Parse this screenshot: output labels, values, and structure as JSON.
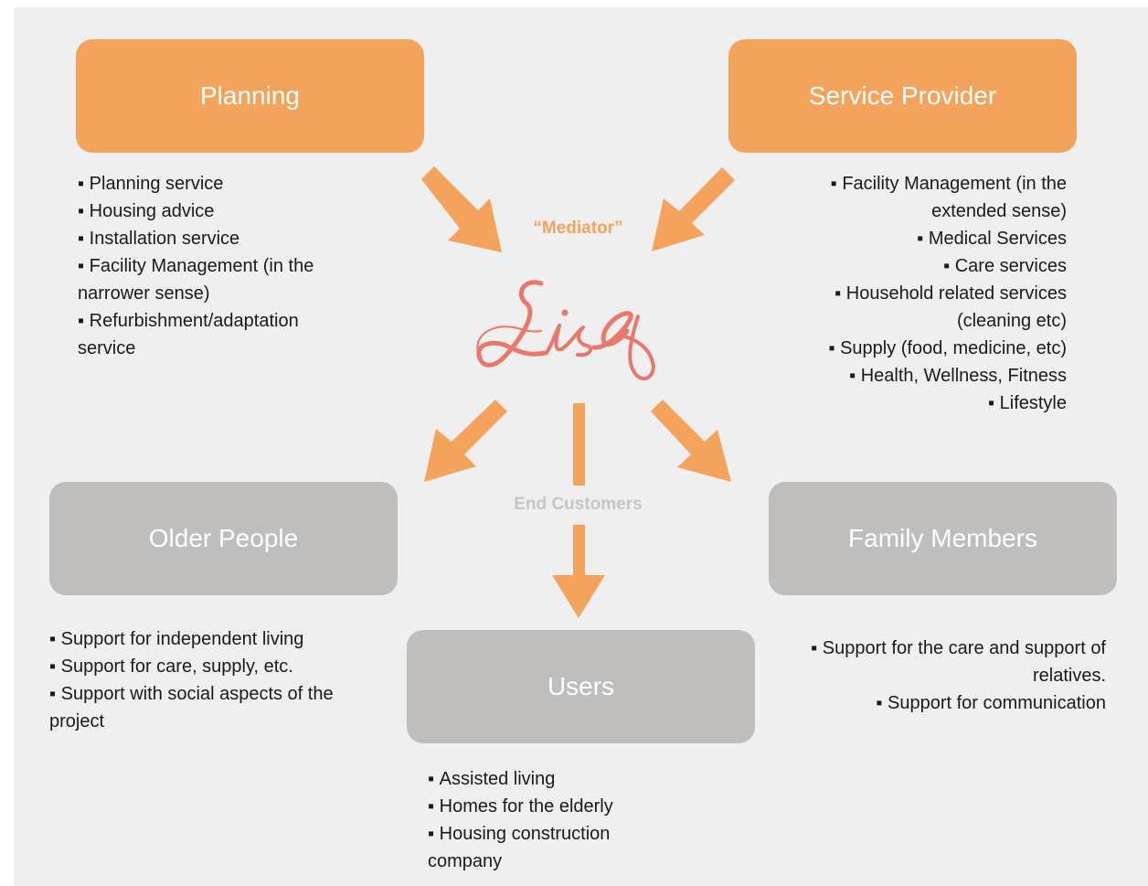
{
  "boxes": {
    "planning": "Planning",
    "service_provider": "Service Provider",
    "older_people": "Older People",
    "family_members": "Family Members",
    "users": "Users"
  },
  "mediator_label": "“Mediator”",
  "end_customers_label": "End Customers",
  "logo_text": "Lisa",
  "planning_items": [
    "Planning service",
    "Housing advice",
    "Installation service",
    "Facility Management (in the narrower sense)",
    "Refurbishment/adaptation service"
  ],
  "service_provider_items": [
    "Facility Management (in the extended sense)",
    "Medical Services",
    "Care services",
    "Household related services (cleaning etc)",
    "Supply (food, medicine, etc)",
    "Health, Wellness, Fitness",
    "Lifestyle"
  ],
  "older_people_items": [
    "Support for independent living",
    "Support for care, supply, etc.",
    "Support with social aspects of the project"
  ],
  "family_members_items": [
    "Support for the care and support of relatives.",
    "Support for communication"
  ],
  "users_items": [
    "Assisted living",
    "Homes for the elderly",
    "Housing construction company"
  ],
  "colors": {
    "orange": "#f4a35c",
    "grey_box": "#bfbebc",
    "logo": "#e9776b",
    "end_customers": "#c6c6c6"
  }
}
